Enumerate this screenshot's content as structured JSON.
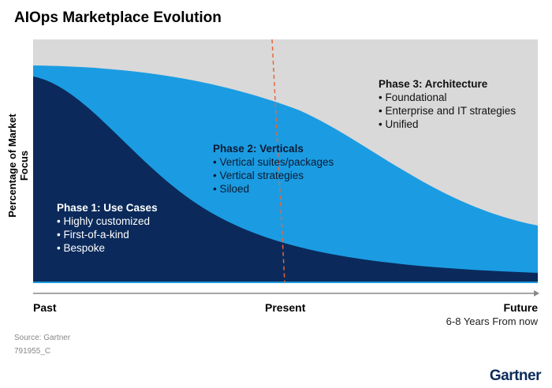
{
  "title": "AIOps Marketplace Evolution",
  "y_axis_label": "Percentage of Market Focus",
  "colors": {
    "future": "#d9d9d9",
    "verticals": "#1b9ce2",
    "use_cases": "#0b2a5b",
    "present_line": "#e8663a",
    "axis": "#888888"
  },
  "phases": [
    {
      "heading": "Phase 1: Use Cases",
      "items": [
        "• Highly customized",
        "• First-of-a-kind",
        "• Bespoke"
      ]
    },
    {
      "heading": "Phase 2: Verticals",
      "items": [
        "• Vertical suites/packages",
        "• Vertical strategies",
        "• Siloed"
      ]
    },
    {
      "heading": "Phase 3:  Architecture",
      "items": [
        "• Foundational",
        "• Enterprise and IT strategies",
        "• Unified"
      ]
    }
  ],
  "x_axis": {
    "past": "Past",
    "present": "Present",
    "future": "Future",
    "future_note": "6-8 Years From now"
  },
  "source": "Source: Gartner",
  "figure_id": "791955_C",
  "brand": "Gartner"
}
